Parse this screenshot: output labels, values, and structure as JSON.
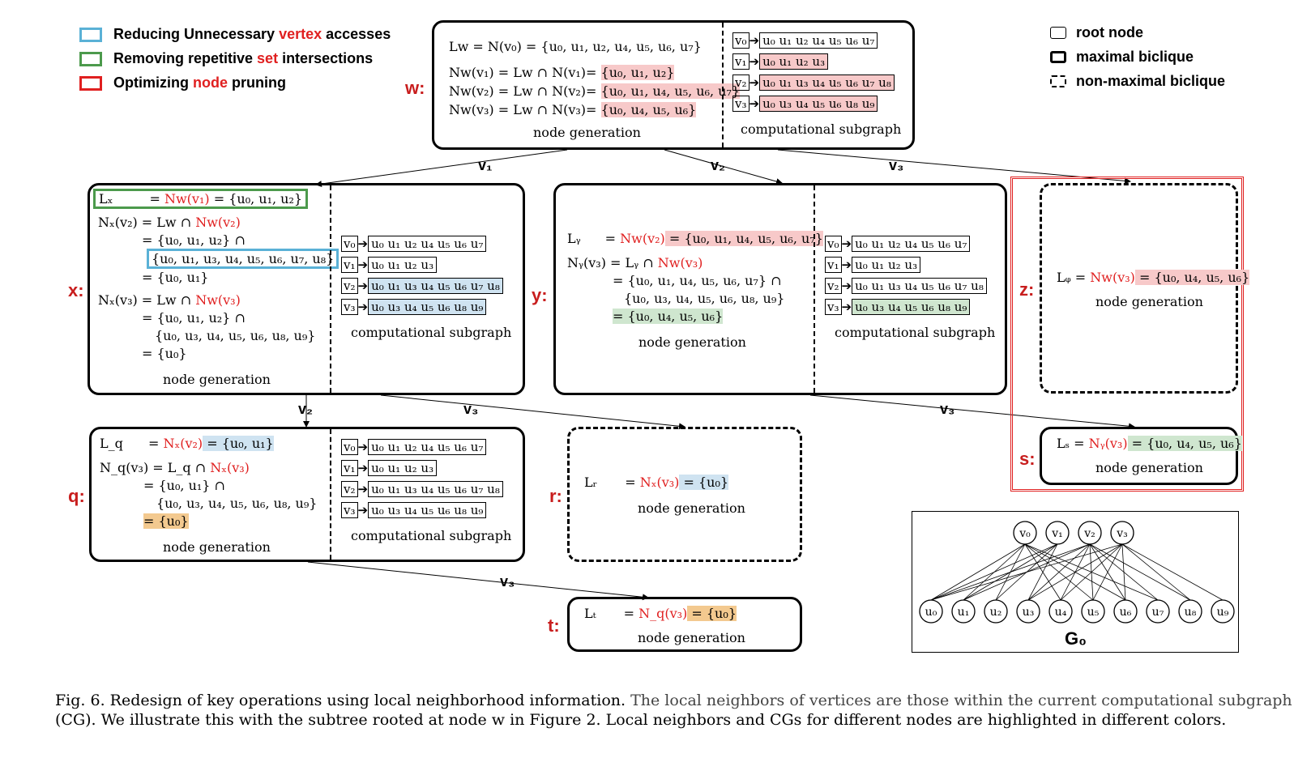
{
  "legend_left": [
    {
      "pre": "Reducing Unnecessary ",
      "red": "vertex",
      "post": " accesses",
      "color": "#5ab1d6"
    },
    {
      "pre": "Removing repetitive ",
      "red": "set",
      "post": " intersections",
      "color": "#4c9a4c"
    },
    {
      "pre": "Optimizing ",
      "red": "node",
      "post": " pruning",
      "color": "#e02020"
    }
  ],
  "legend_right": [
    "root node",
    "maximal biclique",
    "non-maximal biclique"
  ],
  "node_labels": {
    "w": "w:",
    "x": "x:",
    "y": "y:",
    "z": "z:",
    "s": "s:",
    "q": "q:",
    "r": "r:",
    "t": "t:"
  },
  "edge_labels": {
    "v1": "v₁",
    "v2": "v₂",
    "v3": "v₃"
  },
  "sub_captions": {
    "node_generation": "node generation",
    "computational_subgraph": "computational subgraph"
  },
  "w": {
    "l1": "Lᴡ      = N(v₀) = {u₀, u₁, u₂, u₄, u₅, u₆, u₇}",
    "l2a": "Nᴡ(v₁) = Lᴡ ∩ N(v₁)= ",
    "l2b": "{u₀, u₁, u₂}",
    "l3a": "Nᴡ(v₂) = Lᴡ ∩ N(v₂)= ",
    "l3b": "{u₀, u₁, u₄, u₅, u₆, u₇}",
    "l4a": "Nᴡ(v₃) = Lᴡ ∩ N(v₃)= ",
    "l4b": "{u₀, u₄, u₅, u₆}"
  },
  "cg_w": [
    {
      "v": "v₀",
      "u": "u₀ u₁ u₂ u₄ u₅ u₆ u₇"
    },
    {
      "v": "v₁",
      "u": "u₀ u₁ u₂ u₃"
    },
    {
      "v": "v₂",
      "u": "u₀ u₁ u₃ u₄ u₅ u₆ u₇ u₈"
    },
    {
      "v": "v₃",
      "u": "u₀ u₃ u₄ u₅ u₆ u₈ u₉"
    }
  ],
  "x": {
    "l1a": "Lₓ",
    "l1b": " = ",
    "l1c": "Nᴡ(v₁)",
    "l1d": " = {u₀, u₁, u₂}",
    "l2a": "Nₓ(v₂) = Lᴡ ∩ ",
    "l2b": "Nᴡ(v₂)",
    "l3": "= {u₀, u₁, u₂} ∩",
    "l4": "{u₀, u₁, u₃, u₄, u₅, u₆, u₇, u₈}",
    "l5": "= {u₀, u₁}",
    "l6a": "Nₓ(v₃) = Lᴡ ∩ ",
    "l6b": "Nᴡ(v₃)",
    "l7": "= {u₀, u₁, u₂} ∩",
    "l8": "{u₀, u₃, u₄, u₅, u₆, u₈, u₉}",
    "l9": "= {u₀}"
  },
  "y": {
    "l1a": "Lᵧ",
    "l1b": "= ",
    "l1c": "Nᴡ(v₂)",
    "l1d": " = {u₀, u₁, u₄, u₅, u₆, u₇}",
    "l2a": "Nᵧ(v₃) = Lᵧ ∩ ",
    "l2b": "Nᴡ(v₃)",
    "l3": "= {u₀, u₁, u₄, u₅, u₆, u₇} ∩",
    "l4": "{u₀, u₃, u₄, u₅, u₆, u₈, u₉}",
    "l5": "= {u₀, u₄, u₅, u₆}"
  },
  "z": {
    "a": "Lᵩ = ",
    "b": "Nᴡ(v₃)",
    "c": " = {u₀, u₄, u₅, u₆}"
  },
  "s": {
    "a": "Lₛ = ",
    "b": "Nᵧ(v₃)",
    "c": " = {u₀, u₄, u₅, u₆}"
  },
  "q": {
    "l1a": "L_q",
    "l1b": " = ",
    "l1c": "Nₓ(v₂)",
    "l1d": " = {u₀, u₁}",
    "l2a": "N_q(v₃) = L_q ∩ ",
    "l2b": "Nₓ(v₃)",
    "l3": "= {u₀, u₁} ∩",
    "l4": "{u₀, u₃, u₄, u₅, u₆, u₈, u₉}",
    "l5": "= {u₀}"
  },
  "r": {
    "a": "Lᵣ",
    "b": "= ",
    "c": "Nₓ(v₃)",
    "d": " = {u₀}"
  },
  "t": {
    "a": "Lₜ",
    "b": "= ",
    "c": "N_q(v₃)",
    "d": " = {u₀}"
  },
  "graph": {
    "top": [
      "v₀",
      "v₁",
      "v₂",
      "v₃"
    ],
    "bottom": [
      "u₀",
      "u₁",
      "u₂",
      "u₃",
      "u₄",
      "u₅",
      "u₆",
      "u₇",
      "u₈",
      "u₉"
    ],
    "title": "G₀"
  },
  "caption": {
    "prefix": "Fig. 6.  Redesign of key operations using local neighborhood information.",
    "rest": " The local neighbors of vertices are those within the current computational subgraph",
    "line2": "(CG). We illustrate this with the subtree rooted at node w in Figure 2. Local neighbors and CGs for different nodes are highlighted in different colors."
  }
}
